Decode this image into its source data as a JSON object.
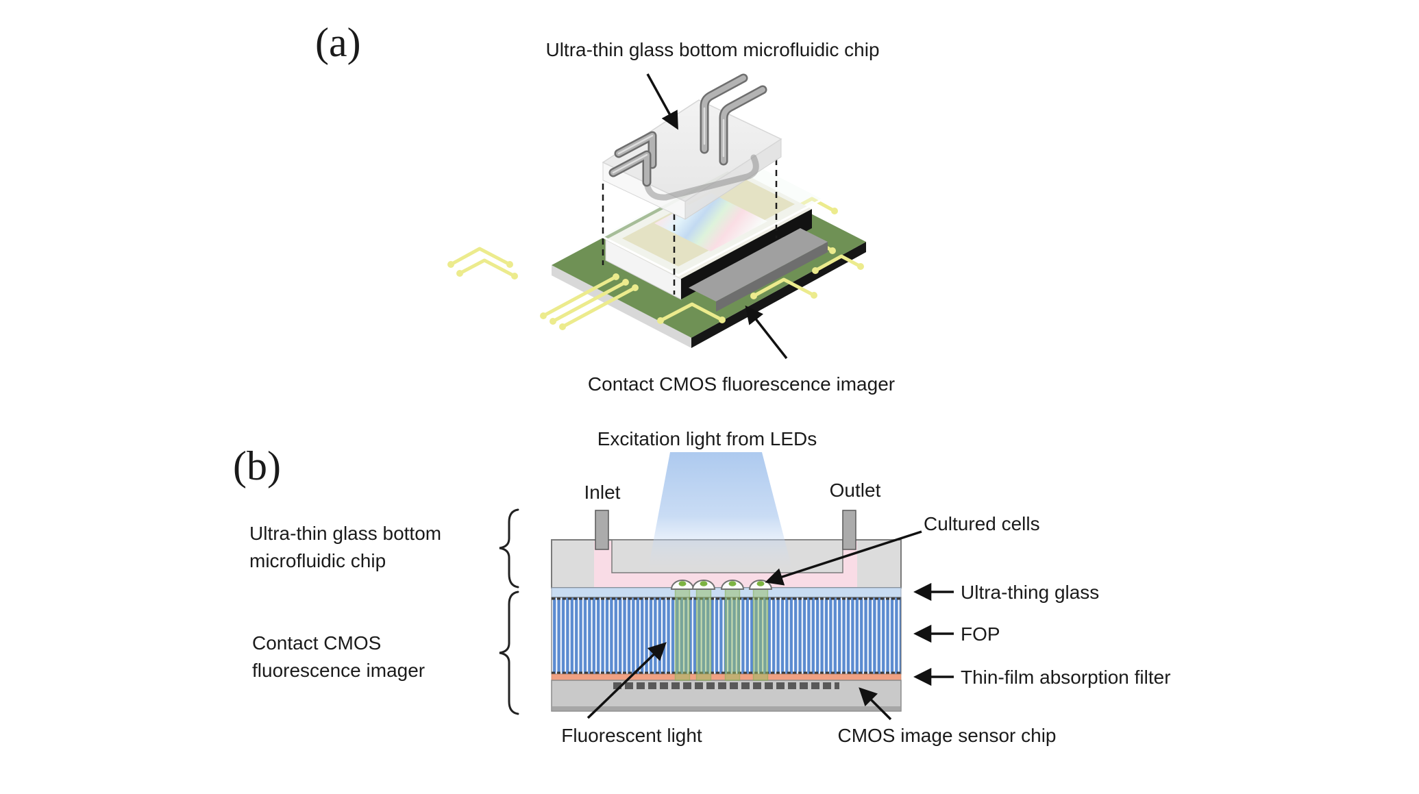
{
  "panel_a": {
    "tag": "(a)",
    "top_label": "Ultra-thin glass bottom microfluidic chip",
    "bottom_label": "Contact CMOS fluorescence imager"
  },
  "panel_b": {
    "tag": "(b)",
    "title": "Excitation light from LEDs",
    "inlet_label": "Inlet",
    "outlet_label": "Outlet",
    "left_labels": {
      "chip_line1": "Ultra-thin glass bottom",
      "chip_line2": "microfluidic chip",
      "imager_line1": "Contact CMOS",
      "imager_line2": "fluorescence imager"
    },
    "right_labels": {
      "cultured_cells": "Cultured cells",
      "ultra_thin_glass": "Ultra-thing glass",
      "fop": "FOP",
      "thin_film_filter": "Thin-film absorption filter"
    },
    "bottom_labels": {
      "fluorescent_light": "Fluorescent light",
      "cmos_chip": "CMOS image sensor chip"
    }
  },
  "colors": {
    "pcb_green": "#6f9155",
    "trace_yellow": "#eceb8d",
    "fop_blue": "#5b8bd0",
    "filter_orange": "#f0a183",
    "channel_pink": "#f9dce6",
    "beam_blue": "#b0cbee",
    "fluor_green": "#96be64",
    "glass_blue": "#c8dcf2",
    "chip_gray": "#c9c9c9"
  }
}
